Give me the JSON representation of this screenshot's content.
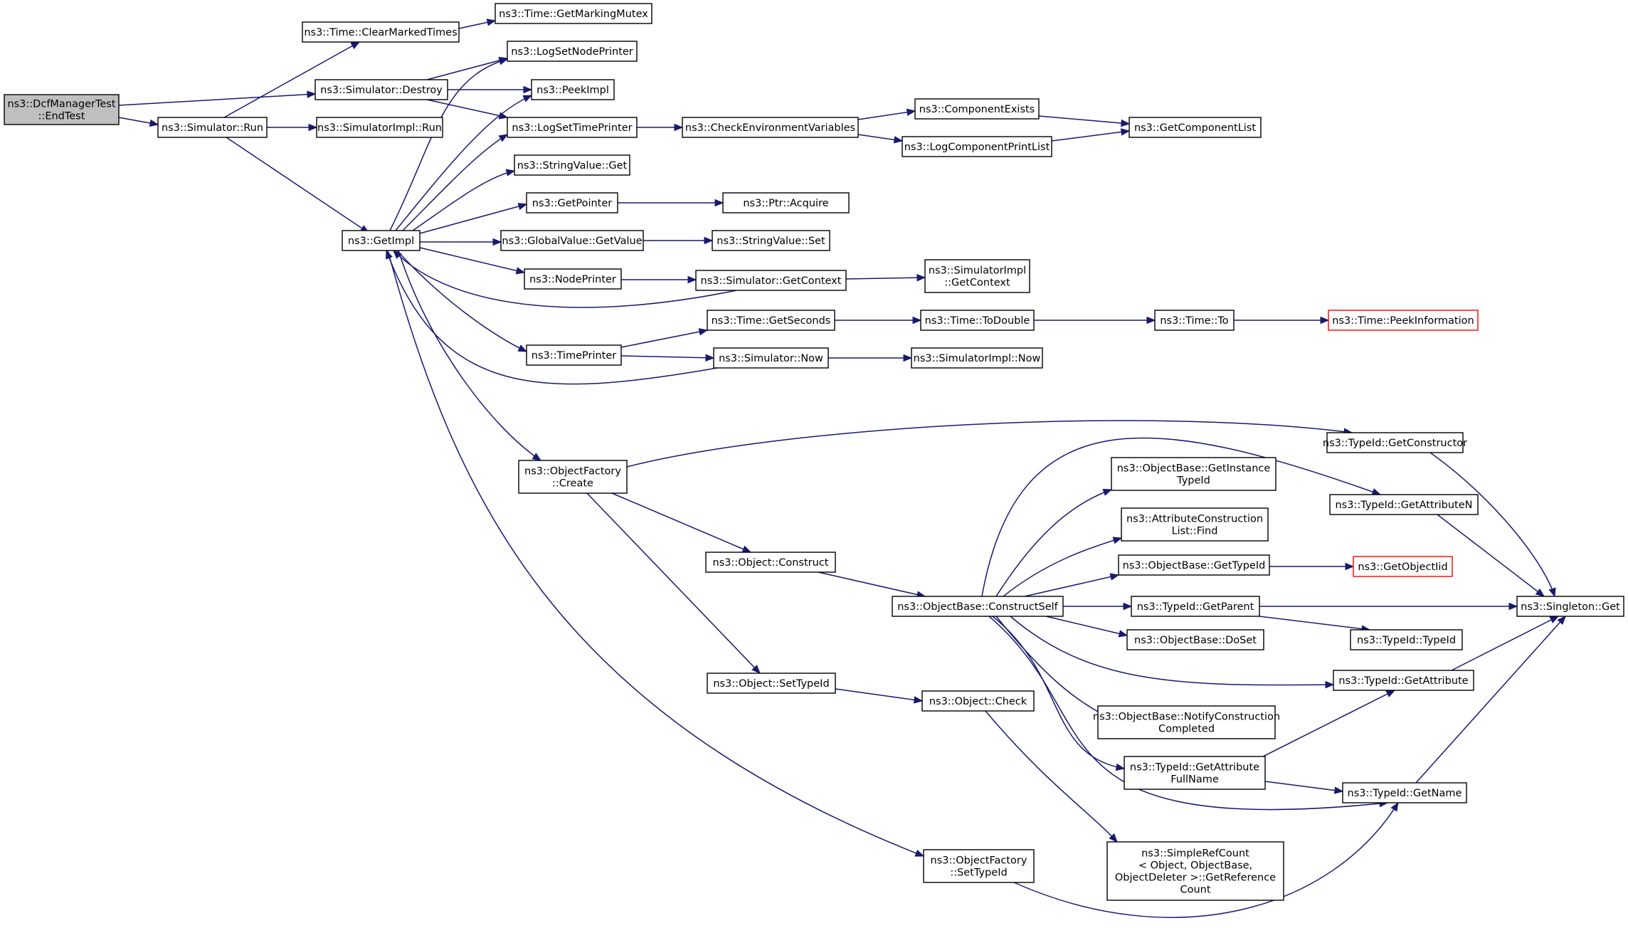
{
  "diagram": {
    "title": "",
    "colors": {
      "edge": "#191970",
      "node_border": "#000000",
      "root_fill": "#bfbfbf",
      "highlight_border": "#ff0000"
    },
    "nodes": [
      {
        "id": "dcf",
        "lines": [
          "ns3::DcfManagerTest",
          "::EndTest"
        ],
        "style": "root"
      },
      {
        "id": "clearMarked",
        "lines": [
          "ns3::Time::ClearMarkedTimes"
        ]
      },
      {
        "id": "markingMutex",
        "lines": [
          "ns3::Time::GetMarkingMutex"
        ]
      },
      {
        "id": "simDestroy",
        "lines": [
          "ns3::Simulator::Destroy"
        ]
      },
      {
        "id": "simRun",
        "lines": [
          "ns3::Simulator::Run"
        ]
      },
      {
        "id": "simImplRun",
        "lines": [
          "ns3::SimulatorImpl::Run"
        ]
      },
      {
        "id": "logSetNode",
        "lines": [
          "ns3::LogSetNodePrinter"
        ]
      },
      {
        "id": "peekImpl",
        "lines": [
          "ns3::PeekImpl"
        ]
      },
      {
        "id": "logSetTime",
        "lines": [
          "ns3::LogSetTimePrinter"
        ]
      },
      {
        "id": "checkEnv",
        "lines": [
          "ns3::CheckEnvironmentVariables"
        ]
      },
      {
        "id": "compExists",
        "lines": [
          "ns3::ComponentExists"
        ]
      },
      {
        "id": "logCompPrint",
        "lines": [
          "ns3::LogComponentPrintList"
        ]
      },
      {
        "id": "getCompList",
        "lines": [
          "ns3::GetComponentList"
        ]
      },
      {
        "id": "strGet",
        "lines": [
          "ns3::StringValue::Get"
        ]
      },
      {
        "id": "getPointer",
        "lines": [
          "ns3::GetPointer"
        ]
      },
      {
        "id": "ptrAcquire",
        "lines": [
          "ns3::Ptr::Acquire"
        ]
      },
      {
        "id": "getImpl",
        "lines": [
          "ns3::GetImpl"
        ]
      },
      {
        "id": "gvGet",
        "lines": [
          "ns3::GlobalValue::GetValue"
        ]
      },
      {
        "id": "strSet",
        "lines": [
          "ns3::StringValue::Set"
        ]
      },
      {
        "id": "nodePrinter",
        "lines": [
          "ns3::NodePrinter"
        ]
      },
      {
        "id": "simGetCtx",
        "lines": [
          "ns3::Simulator::GetContext"
        ]
      },
      {
        "id": "simImplGetCtx",
        "lines": [
          "ns3::SimulatorImpl",
          "::GetContext"
        ]
      },
      {
        "id": "timeGetSec",
        "lines": [
          "ns3::Time::GetSeconds"
        ]
      },
      {
        "id": "timeToDouble",
        "lines": [
          "ns3::Time::ToDouble"
        ]
      },
      {
        "id": "timeTo",
        "lines": [
          "ns3::Time::To"
        ]
      },
      {
        "id": "timePeek",
        "lines": [
          "ns3::Time::PeekInformation"
        ],
        "style": "red"
      },
      {
        "id": "timePrinter",
        "lines": [
          "ns3::TimePrinter"
        ]
      },
      {
        "id": "simNow",
        "lines": [
          "ns3::Simulator::Now"
        ]
      },
      {
        "id": "simImplNow",
        "lines": [
          "ns3::SimulatorImpl::Now"
        ]
      },
      {
        "id": "ofCreate",
        "lines": [
          "ns3::ObjectFactory",
          "::Create"
        ]
      },
      {
        "id": "tidGetCtor",
        "lines": [
          "ns3::TypeId::GetConstructor"
        ]
      },
      {
        "id": "obGetInst",
        "lines": [
          "ns3::ObjectBase::GetInstance",
          "TypeId"
        ]
      },
      {
        "id": "tidGetAttrN",
        "lines": [
          "ns3::TypeId::GetAttributeN"
        ]
      },
      {
        "id": "acFind",
        "lines": [
          "ns3::AttributeConstruction",
          "List::Find"
        ]
      },
      {
        "id": "objConstruct",
        "lines": [
          "ns3::Object::Construct"
        ]
      },
      {
        "id": "obGetTid",
        "lines": [
          "ns3::ObjectBase::GetTypeId"
        ]
      },
      {
        "id": "getObjIid",
        "lines": [
          "ns3::GetObjectIid"
        ],
        "style": "red"
      },
      {
        "id": "obConstructSelf",
        "lines": [
          "ns3::ObjectBase::ConstructSelf"
        ]
      },
      {
        "id": "tidGetParent",
        "lines": [
          "ns3::TypeId::GetParent"
        ]
      },
      {
        "id": "singletonGet",
        "lines": [
          "ns3::Singleton::Get"
        ]
      },
      {
        "id": "obDoSet",
        "lines": [
          "ns3::ObjectBase::DoSet"
        ]
      },
      {
        "id": "tidTypeId",
        "lines": [
          "ns3::TypeId::TypeId"
        ]
      },
      {
        "id": "objSetTid",
        "lines": [
          "ns3::Object::SetTypeId"
        ]
      },
      {
        "id": "tidGetAttr",
        "lines": [
          "ns3::TypeId::GetAttribute"
        ]
      },
      {
        "id": "objCheck",
        "lines": [
          "ns3::Object::Check"
        ]
      },
      {
        "id": "obNotify",
        "lines": [
          "ns3::ObjectBase::NotifyConstruction",
          "Completed"
        ]
      },
      {
        "id": "tidGetAttrFull",
        "lines": [
          "ns3::TypeId::GetAttribute",
          "FullName"
        ]
      },
      {
        "id": "tidGetName",
        "lines": [
          "ns3::TypeId::GetName"
        ]
      },
      {
        "id": "ofSetTid",
        "lines": [
          "ns3::ObjectFactory",
          "::SetTypeId"
        ]
      },
      {
        "id": "srcGetRef",
        "lines": [
          "ns3::SimpleRefCount",
          "< Object, ObjectBase,",
          " ObjectDeleter >::GetReference",
          "Count"
        ]
      }
    ],
    "edges": [
      [
        "dcf",
        "simDestroy"
      ],
      [
        "dcf",
        "simRun"
      ],
      [
        "clearMarked",
        "markingMutex"
      ],
      [
        "simDestroy",
        "logSetNode"
      ],
      [
        "simDestroy",
        "peekImpl"
      ],
      [
        "simDestroy",
        "logSetTime"
      ],
      [
        "simRun",
        "clearMarked"
      ],
      [
        "simRun",
        "simImplRun"
      ],
      [
        "simRun",
        "getImpl"
      ],
      [
        "logSetTime",
        "checkEnv"
      ],
      [
        "checkEnv",
        "compExists"
      ],
      [
        "checkEnv",
        "logCompPrint"
      ],
      [
        "compExists",
        "getCompList"
      ],
      [
        "logCompPrint",
        "getCompList"
      ],
      [
        "getImpl",
        "logSetNode"
      ],
      [
        "getImpl",
        "peekImpl"
      ],
      [
        "getImpl",
        "logSetTime"
      ],
      [
        "getImpl",
        "strGet"
      ],
      [
        "getImpl",
        "getPointer"
      ],
      [
        "getImpl",
        "gvGet"
      ],
      [
        "getImpl",
        "nodePrinter"
      ],
      [
        "getImpl",
        "timePrinter"
      ],
      [
        "getImpl",
        "ofCreate"
      ],
      [
        "getImpl",
        "ofSetTid"
      ],
      [
        "getPointer",
        "ptrAcquire"
      ],
      [
        "gvGet",
        "strSet"
      ],
      [
        "nodePrinter",
        "simGetCtx"
      ],
      [
        "simGetCtx",
        "simImplGetCtx"
      ],
      [
        "simGetCtx",
        "getImpl"
      ],
      [
        "timePrinter",
        "timeGetSec"
      ],
      [
        "timePrinter",
        "simNow"
      ],
      [
        "timeGetSec",
        "timeToDouble"
      ],
      [
        "timeToDouble",
        "timeTo"
      ],
      [
        "timeTo",
        "timePeek"
      ],
      [
        "simNow",
        "simImplNow"
      ],
      [
        "simNow",
        "getImpl"
      ],
      [
        "ofCreate",
        "tidGetCtor"
      ],
      [
        "ofCreate",
        "objConstruct"
      ],
      [
        "ofCreate",
        "objSetTid"
      ],
      [
        "objConstruct",
        "obConstructSelf"
      ],
      [
        "obConstructSelf",
        "obGetInst"
      ],
      [
        "obConstructSelf",
        "tidGetAttrN"
      ],
      [
        "obConstructSelf",
        "acFind"
      ],
      [
        "obConstructSelf",
        "obGetTid"
      ],
      [
        "obConstructSelf",
        "tidGetParent"
      ],
      [
        "obConstructSelf",
        "obDoSet"
      ],
      [
        "obConstructSelf",
        "tidGetAttr"
      ],
      [
        "obConstructSelf",
        "obNotify"
      ],
      [
        "obConstructSelf",
        "tidGetAttrFull"
      ],
      [
        "obConstructSelf",
        "tidGetName"
      ],
      [
        "obGetTid",
        "getObjIid"
      ],
      [
        "tidGetParent",
        "singletonGet"
      ],
      [
        "tidGetParent",
        "tidTypeId"
      ],
      [
        "tidGetCtor",
        "singletonGet"
      ],
      [
        "tidGetAttrN",
        "singletonGet"
      ],
      [
        "tidGetAttr",
        "singletonGet"
      ],
      [
        "tidGetName",
        "singletonGet"
      ],
      [
        "objSetTid",
        "objCheck"
      ],
      [
        "objCheck",
        "srcGetRef"
      ],
      [
        "tidGetAttrFull",
        "tidGetAttr"
      ],
      [
        "tidGetAttrFull",
        "tidGetName"
      ],
      [
        "ofSetTid",
        "tidGetName"
      ]
    ]
  }
}
